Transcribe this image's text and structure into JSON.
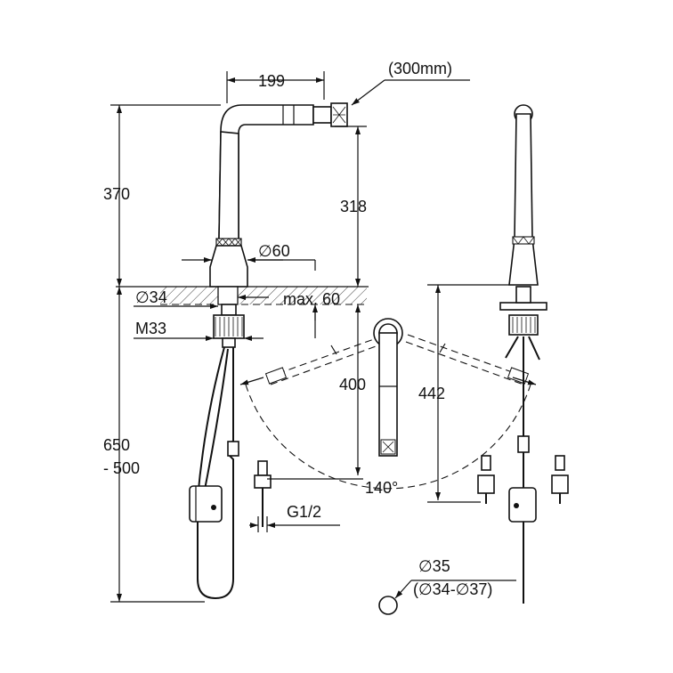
{
  "labels": {
    "width_199": "199",
    "hose_300": "(300mm)",
    "h_370": "370",
    "h_318": "318",
    "d_60": "∅60",
    "d_34": "∅34",
    "max_60": "max. 60",
    "m33": "M33",
    "h_400": "400",
    "h_442": "442",
    "h_650": "650",
    "h_500": "- 500",
    "angle_140": "140°",
    "g12": "G1/2",
    "hole_35": "∅35",
    "hole_range": "(∅34-∅37)"
  }
}
